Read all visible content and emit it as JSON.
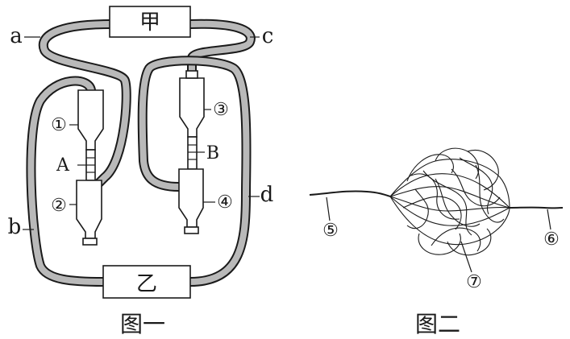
{
  "figure1": {
    "caption": "图一",
    "box_top": "甲",
    "box_bottom": "乙",
    "vessel_labels": {
      "a": "a",
      "b": "b",
      "c": "c",
      "d": "d"
    },
    "valve_labels": {
      "A": "A",
      "B": "B"
    },
    "chamber_labels": {
      "c1": "①",
      "c2": "②",
      "c3": "③",
      "c4": "④"
    }
  },
  "figure2": {
    "caption": "图二",
    "labels": {
      "n5": "⑤",
      "n6": "⑥",
      "n7": "⑦"
    }
  }
}
